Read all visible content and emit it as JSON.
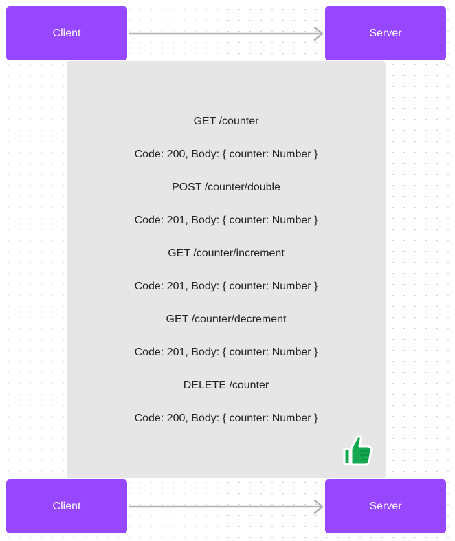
{
  "top": {
    "client_label": "Client",
    "server_label": "Server"
  },
  "bottom": {
    "client_label": "Client",
    "server_label": "Server"
  },
  "exchange": [
    "GET /counter",
    "Code: 200, Body: { counter: Number }",
    "POST /counter/double",
    "Code: 201, Body: { counter: Number }",
    "GET /counter/increment",
    "Code: 201, Body: { counter: Number }",
    "GET /counter/decrement",
    "Code: 201, Body: { counter: Number }",
    "DELETE /counter",
    "Code: 200, Body: { counter: Number }"
  ],
  "colors": {
    "node_fill": "#9747ff",
    "node_text": "#ffffff",
    "panel_fill": "#e6e6e6",
    "arrow": "#b3b3b3",
    "thumb": "#14a951"
  },
  "sticker": "thumbs-up-icon"
}
